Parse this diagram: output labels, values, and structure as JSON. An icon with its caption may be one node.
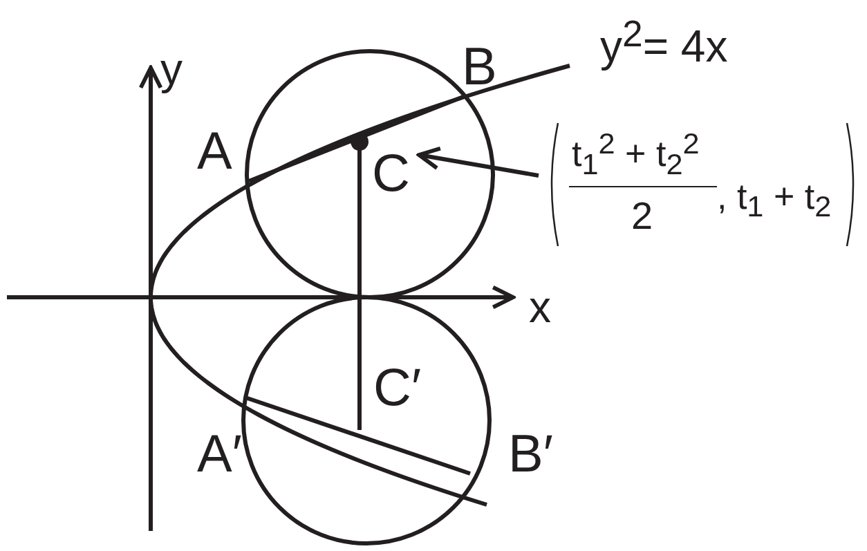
{
  "diagram": {
    "nodes": [
      {
        "text": [
          "t$_{1}$$^{2}$ + t$_{2}$$^{2}$",
          "2",
          ", t$_{1}$ + t$_{2}$"
        ]
      },
      {
        "text": [
          "C"
        ]
      }
    ],
    "edges": [
      {
        "from": 0,
        "to": 1,
        "arrow": "to"
      }
    ],
    "labels": [
      "y$^{2}$= 4x",
      "B",
      "y",
      "A",
      "x",
      "C′",
      "A′",
      "B′"
    ]
  }
}
